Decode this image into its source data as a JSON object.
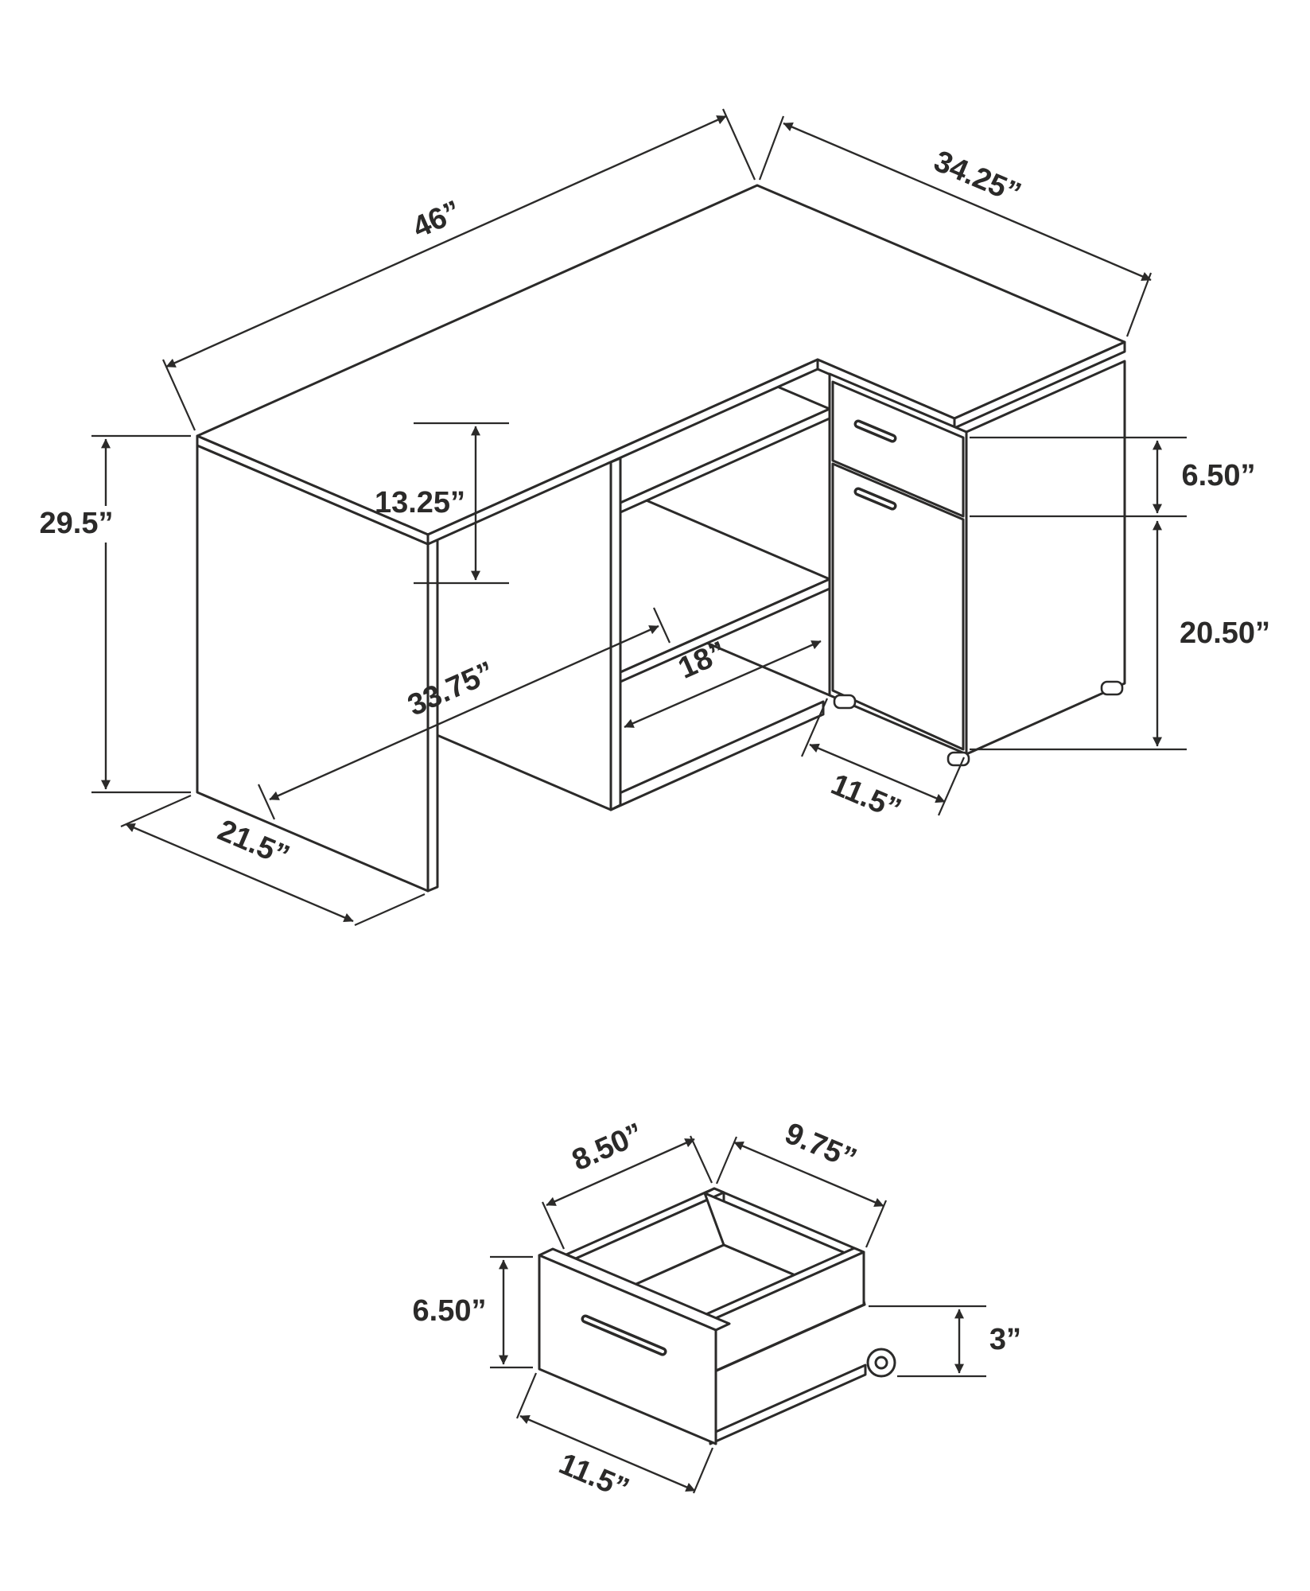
{
  "page": {
    "background": "#ffffff",
    "ink": "#2b2a29"
  },
  "desk_diagram": {
    "dims": {
      "desk_width": "46”",
      "return_length": "34.25”",
      "desk_height": "29.5”",
      "shelf_opening_height": "13.25”",
      "drawer_front_height": "6.50”",
      "shelf_opening_width": "18”",
      "door_height": "20.50”",
      "bottom_span": "33.75”",
      "side_depth": "21.5”",
      "cabinet_width": "11.5”"
    }
  },
  "drawer_diagram": {
    "dims": {
      "box_depth": "8.50”",
      "box_width": "9.75”",
      "front_height": "6.50”",
      "rail_height": "3”",
      "front_width": "11.5”"
    }
  }
}
